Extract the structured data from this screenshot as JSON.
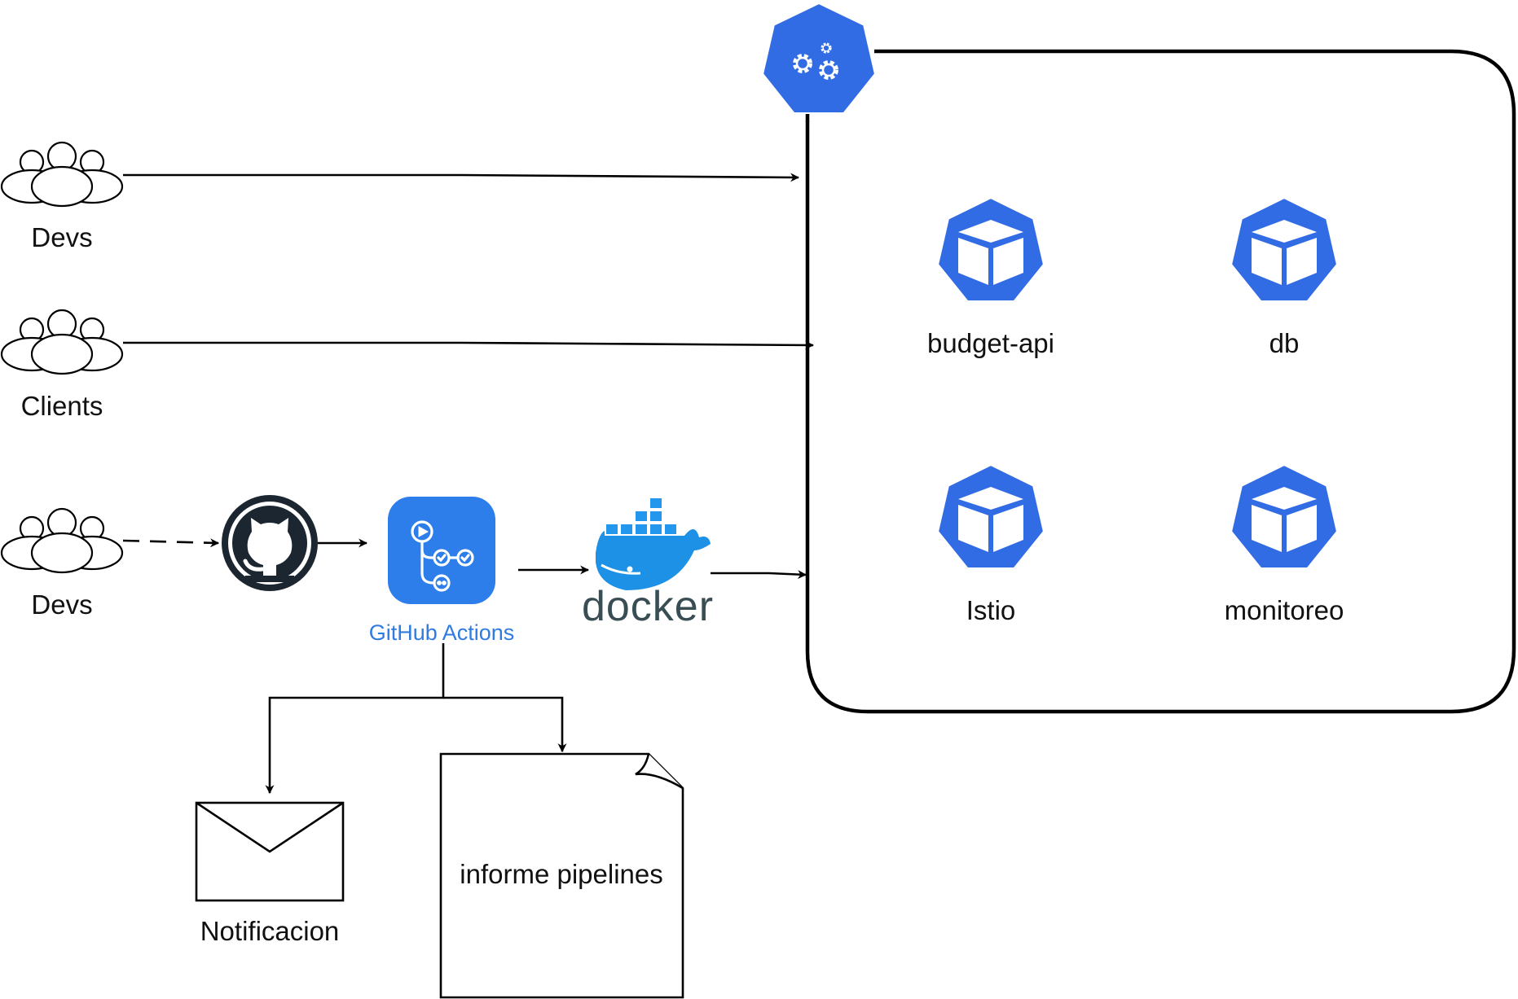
{
  "actors": [
    {
      "id": "devs-top",
      "label": "Devs"
    },
    {
      "id": "clients",
      "label": "Clients"
    },
    {
      "id": "devs-bottom",
      "label": "Devs"
    }
  ],
  "pipeline": {
    "github_actions_label": "GitHub Actions",
    "docker_label": "docker"
  },
  "cluster": {
    "nodes": [
      {
        "id": "budget-api",
        "label": "budget-api"
      },
      {
        "id": "db",
        "label": "db"
      },
      {
        "id": "istio",
        "label": "Istio"
      },
      {
        "id": "monitoreo",
        "label": "monitoreo"
      }
    ]
  },
  "outputs": {
    "notification_label": "Notificacion",
    "report_label": "informe pipelines"
  },
  "colors": {
    "k8s_blue": "#326CE5",
    "github_dark": "#1B2631",
    "gha_blue": "#2D7EEA",
    "gha_label": "#2F7BE0",
    "docker_blue": "#1D91E6",
    "docker_text": "#394D54",
    "stroke": "#000000"
  }
}
